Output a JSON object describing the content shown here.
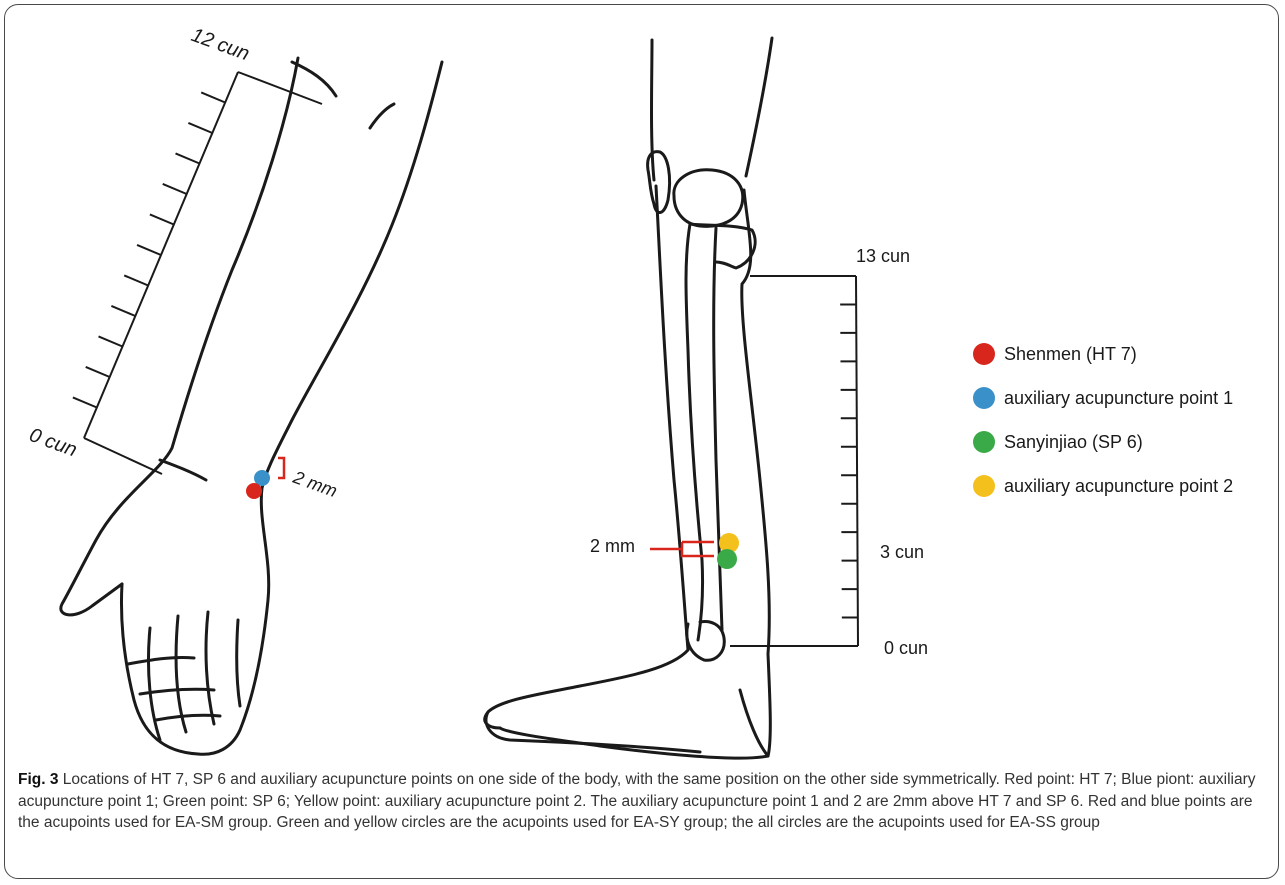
{
  "arm_scale": {
    "top_label": "12 cun",
    "bottom_label": "0 cun",
    "ticks": 12
  },
  "arm_gap_label": "2 mm",
  "leg_scale": {
    "top_label": "13 cun",
    "mid_label": "3 cun",
    "bottom_label": "0 cun",
    "ticks": 13
  },
  "leg_gap_label": "2 mm",
  "legend": [
    {
      "label": "Shenmen (HT 7)",
      "color": "#d9261c"
    },
    {
      "label": "auxiliary acupuncture point 1",
      "color": "#3a90c8"
    },
    {
      "label": "Sanyinjiao (SP 6)",
      "color": "#3aaa48"
    },
    {
      "label": "auxiliary acupuncture point 2",
      "color": "#f4c01c"
    }
  ],
  "colors": {
    "line": "#1a1a1a",
    "bracket": "#d9261c"
  },
  "caption": {
    "label": "Fig. 3",
    "text": "Locations of HT 7, SP 6 and auxiliary acupuncture points on one side of the body, with the same position on the other side symmetrically. Red point: HT 7; Blue piont: auxiliary acupuncture point 1; Green point: SP 6; Yellow point: auxiliary acupuncture point 2. The auxiliary acupuncture point 1 and 2 are 2mm above HT 7 and SP 6. Red and blue points are the acupoints used for EA-SM group. Green and yellow circles are the acupoints used for EA-SY group; the all circles are the acupoints used for EA-SS group"
  }
}
